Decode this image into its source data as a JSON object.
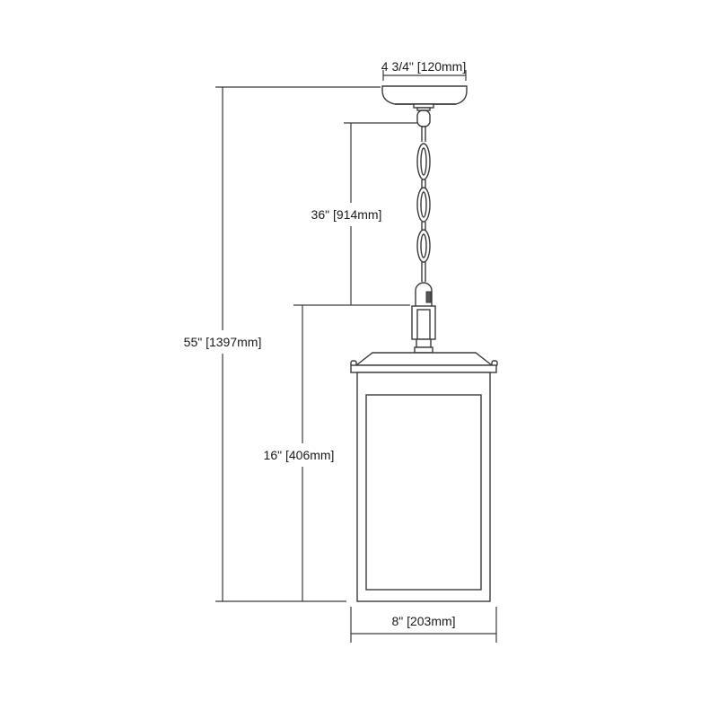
{
  "diagram": {
    "subject": "Outdoor pendant lantern dimension drawing",
    "dimensions": {
      "canopy_width": "4 3/4\" [120mm]",
      "chain_length": "36\" [914mm]",
      "overall_height": "55\" [1397mm]",
      "fixture_height": "16\" [406mm]",
      "fixture_width": "8\" [203mm]"
    },
    "colors": {
      "line": "#3a3a3a",
      "text": "#1a1a1a",
      "background": "#ffffff"
    }
  }
}
